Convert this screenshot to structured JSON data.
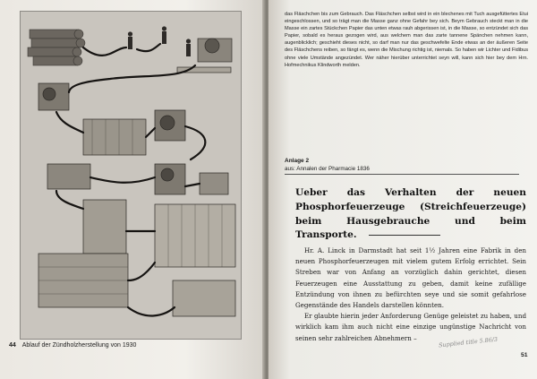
{
  "left_page": {
    "page_number": "44",
    "caption": "Ablauf der Zündholzherstellung von 1930"
  },
  "right_page": {
    "body_text": "das Fläschchen bis zum Gebrauch. Das Fläschchen selbst wird in ein blechenes mit Tuch ausgefüttertes Etui eingeschlossen, und so trägt man die Masse ganz ohne Gefahr bey sich. Beym Gebrauch steckt man in die Masse ein zartes Stückchen Papier das unten etwas rauh abgerissen ist, in die Masse, so entzündet sich das Papier, sobald es heraus gezogen wird, aus welchem man das zarte tannene Spänchen nehmen kann, augenblicklich; geschieht dieses nicht, so darf man nur das geschwefelte Ende etwas an der äußeren Seite des Fläschchens reiben, so fängt es, wenn die Mischung richtig ist, niemals. So haben wir Lichter und Fidibus ohne viele Umstände angezündet. Wer näher hierüber unterrichtet seyn will, kann sich hier bey dem Hrn. Hofmechnikus Klindworth melden.",
    "annex_label": "Anlage 2",
    "annex_source": "aus: Annalen der Pharmacie 1836",
    "fraktur_title": "Ueber das Verhalten der neuen Phosphorfeuerzeuge (Streichfeuerzeuge) beim Hausgebrauche und beim Transporte.",
    "fraktur_paragraph_1": "Hr. A. Linck in Darmstadt hat seit 1½ Jahren eine Fabrik in den neuen Phosphorfeuerzeugen mit vielem gutem Erfolg errichtet. Sein Streben war von Anfang an vorzüglich dahin gerichtet, diesen Feuerzeugen eine Ausstattung zu geben, damit keine zufällige Entzündung von ihnen zu befürchten seye und sie somit gefahrlose Gegenstände des Handels darstellen könnten.",
    "fraktur_paragraph_2": "Er glaubte hierin jeder Anforderung Genüge geleistet zu haben, und wirklich kam ihm auch nicht eine einzige ungünstige Nachricht von seinen sehr zahlreichen Abnehmern –",
    "handwritten_note": "Supplied title 5.86/3",
    "page_number": "51"
  },
  "colors": {
    "paper": "#f2f0eb",
    "ink": "#1a1a1a",
    "background": "#5a5a5a"
  }
}
